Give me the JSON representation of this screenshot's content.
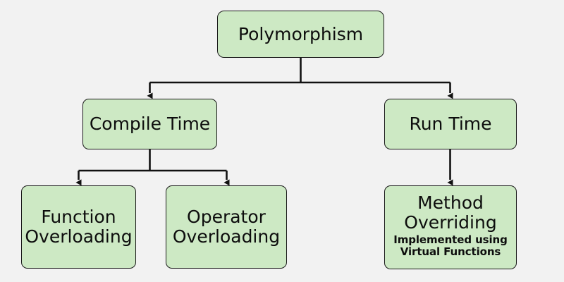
{
  "diagram": {
    "type": "hierarchy-tree",
    "title": "Polymorphism",
    "background_color": "#f2f2f2",
    "node_fill_color": "#cde9c4",
    "node_border_color": "#1a1a1a",
    "edge_color": "#111111",
    "nodes": {
      "root": {
        "label": "Polymorphism"
      },
      "compile_time": {
        "label": "Compile Time"
      },
      "run_time": {
        "label": "Run Time"
      },
      "function_overloading": {
        "label": "Function\nOverloading"
      },
      "operator_overloading": {
        "label": "Operator\nOverloading"
      },
      "method_overriding": {
        "label": "Method\nOverriding",
        "sublabel": "Implemented using\nVirtual Functions"
      }
    },
    "edges": [
      {
        "from": "root",
        "to": "compile_time"
      },
      {
        "from": "root",
        "to": "run_time"
      },
      {
        "from": "compile_time",
        "to": "function_overloading"
      },
      {
        "from": "compile_time",
        "to": "operator_overloading"
      },
      {
        "from": "run_time",
        "to": "method_overriding"
      }
    ]
  }
}
